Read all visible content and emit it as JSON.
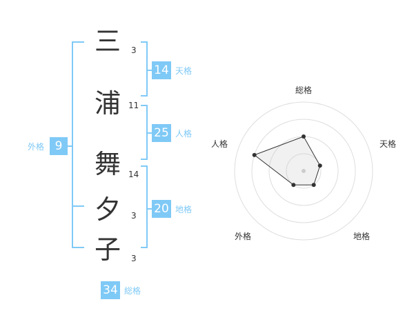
{
  "name": {
    "chars": [
      {
        "char": "三",
        "strokes": "3"
      },
      {
        "char": "浦",
        "strokes": "11"
      },
      {
        "char": "舞",
        "strokes": "14"
      },
      {
        "char": "夕",
        "strokes": "3"
      },
      {
        "char": "子",
        "strokes": "3"
      }
    ]
  },
  "fortune": {
    "tenkaku": {
      "value": "14",
      "label": "天格"
    },
    "jinkaku": {
      "value": "25",
      "label": "人格"
    },
    "chikaku": {
      "value": "20",
      "label": "地格"
    },
    "gaikaku": {
      "value": "9",
      "label": "外格"
    },
    "soukaku": {
      "value": "34",
      "label": "総格"
    }
  },
  "colors": {
    "accent": "#7fc9f6",
    "text": "#333333"
  },
  "chart_data": {
    "type": "radar",
    "axes": [
      "総格",
      "天格",
      "地格",
      "外格",
      "人格"
    ],
    "values": [
      2,
      1,
      1,
      1,
      3
    ],
    "range": [
      0,
      4
    ],
    "rings": 4
  }
}
